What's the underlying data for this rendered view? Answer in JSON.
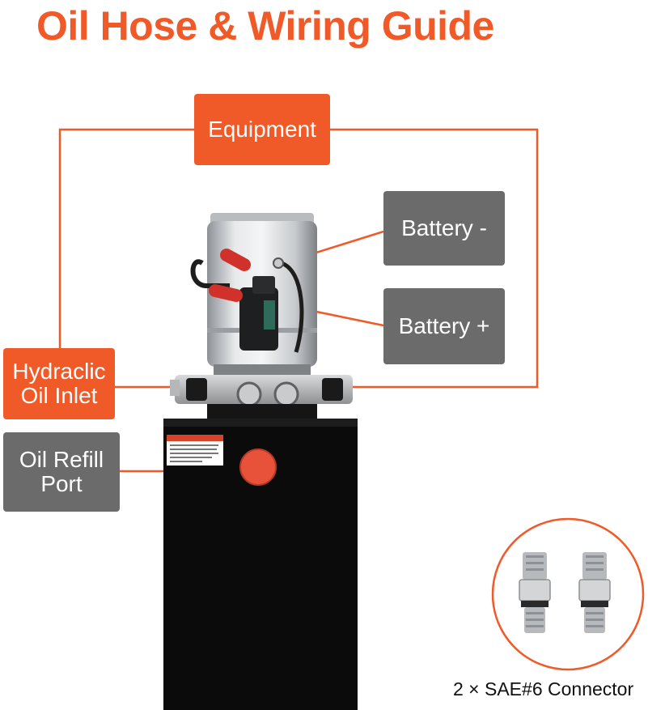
{
  "title": "Oil Hose & Wiring Guide",
  "labels": {
    "equipment": "Equipment",
    "battery_neg": "Battery -",
    "battery_pos": "Battery +",
    "oil_inlet": "Hydraclic Oil Inlet",
    "oil_refill": "Oil Refill Port"
  },
  "caption": "2 × SAE#6 Connector",
  "colors": {
    "accent": "#f05a28",
    "label_gray": "#6b6b6b",
    "tank": "#0b0b0b"
  }
}
